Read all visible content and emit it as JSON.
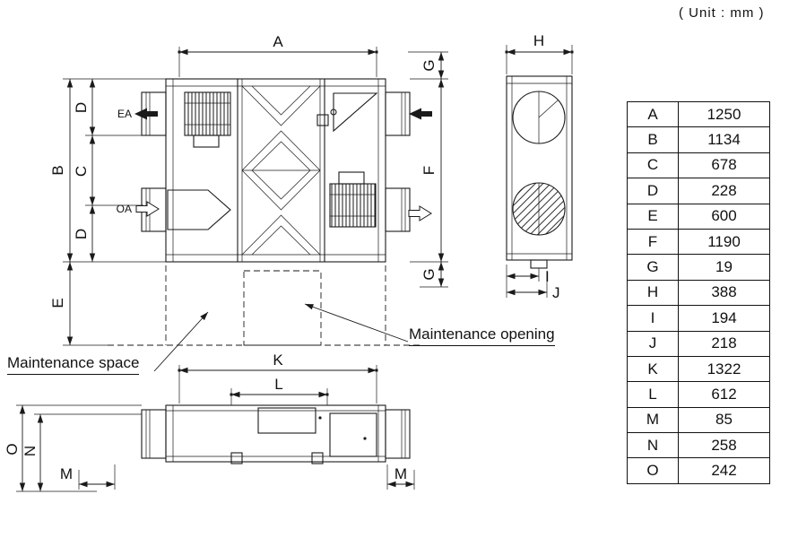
{
  "unit_note": "( Unit : mm )",
  "dimension_table": {
    "rows": [
      {
        "label": "A",
        "value": "1250"
      },
      {
        "label": "B",
        "value": "1134"
      },
      {
        "label": "C",
        "value": "678"
      },
      {
        "label": "D",
        "value": "228"
      },
      {
        "label": "E",
        "value": "600"
      },
      {
        "label": "F",
        "value": "1190"
      },
      {
        "label": "G",
        "value": "19"
      },
      {
        "label": "H",
        "value": "388"
      },
      {
        "label": "I",
        "value": "194"
      },
      {
        "label": "J",
        "value": "218"
      },
      {
        "label": "K",
        "value": "1322"
      },
      {
        "label": "L",
        "value": "612"
      },
      {
        "label": "M",
        "value": "85"
      },
      {
        "label": "N",
        "value": "258"
      },
      {
        "label": "O",
        "value": "242"
      }
    ]
  },
  "drawing": {
    "airflow": {
      "ea": "EA",
      "oa": "OA"
    },
    "annotations": {
      "maintenance_space": "Maintenance space",
      "maintenance_opening": "Maintenance opening"
    }
  }
}
